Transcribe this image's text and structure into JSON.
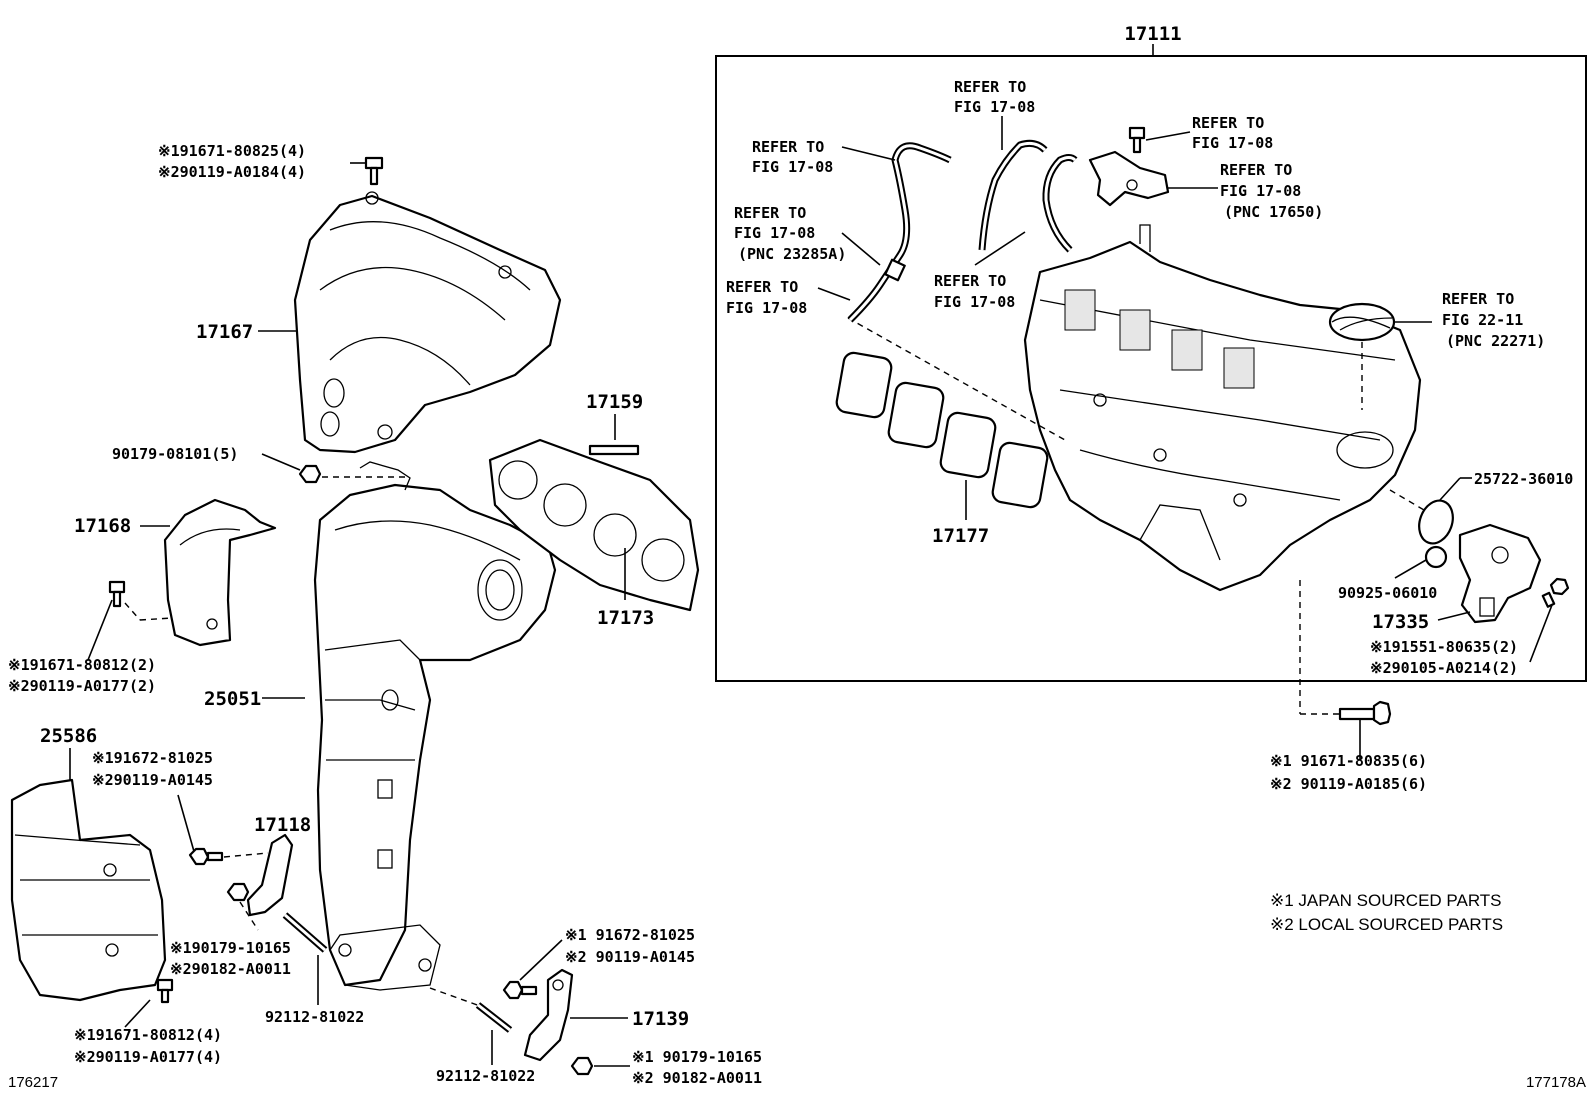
{
  "colors": {
    "ink": "#000000",
    "paper": "#ffffff"
  },
  "figure_ids": {
    "left": "176217",
    "right": "177178A"
  },
  "notes": {
    "line1": "※1 JAPAN SOURCED PARTS",
    "line2": "※2 LOCAL SOURCED PARTS"
  },
  "labels": {
    "p17111": "17111",
    "p17167": "17167",
    "p17159": "17159",
    "p17168": "17168",
    "p17173": "17173",
    "p25051": "25051",
    "p25586": "25586",
    "p17118": "17118",
    "p17139": "17139",
    "p17177": "17177",
    "p17335": "17335",
    "p25722": "25722-36010",
    "p90925": "90925-06010",
    "p90179_5": "90179-08101(5)",
    "p92112_a": "92112-81022",
    "p92112_b": "92112-81022"
  },
  "multi_labels": {
    "bolt_top_1": "※191671-80825(4)",
    "bolt_top_2": "※290119-A0184(4)",
    "s17168_1": "※191671-80812(2)",
    "s17168_2": "※290119-A0177(2)",
    "s17118_1": "※191672-81025",
    "s17118_2": "※290119-A0145",
    "nut17118_1": "※190179-10165",
    "nut17118_2": "※290182-A0011",
    "s25586_1": "※191671-80812(4)",
    "s25586_2": "※290119-A0177(4)",
    "s17139_1": "※1 91672-81025",
    "s17139_2": "※2 90119-A0145",
    "nut17139_1": "※1 90179-10165",
    "nut17139_2": "※2 90182-A0011",
    "s17335_1": "※191551-80635(2)",
    "s17335_2": "※290105-A0214(2)",
    "bolt_manifold_1": "※1 91671-80835(6)",
    "bolt_manifold_2": "※2 90119-A0185(6)"
  },
  "refer": {
    "r1_a": "REFER TO",
    "r1_b": "FIG 17-08",
    "r2_a": "REFER TO",
    "r2_b": "FIG 17-08",
    "r3_a": "REFER TO",
    "r3_b": "FIG 17-08",
    "r4_a": "REFER TO",
    "r4_b": "FIG 17-08",
    "r4_c": "(PNC 17650)",
    "r5_a": "REFER TO",
    "r5_b": "FIG 17-08",
    "r5_c": "(PNC 23285A)",
    "r6_a": "REFER TO",
    "r6_b": "FIG 17-08",
    "r7_a": "REFER TO",
    "r7_b": "FIG 17-08",
    "r8_a": "REFER TO",
    "r8_b": "FIG 22-11",
    "r8_c": "(PNC 22271)"
  }
}
